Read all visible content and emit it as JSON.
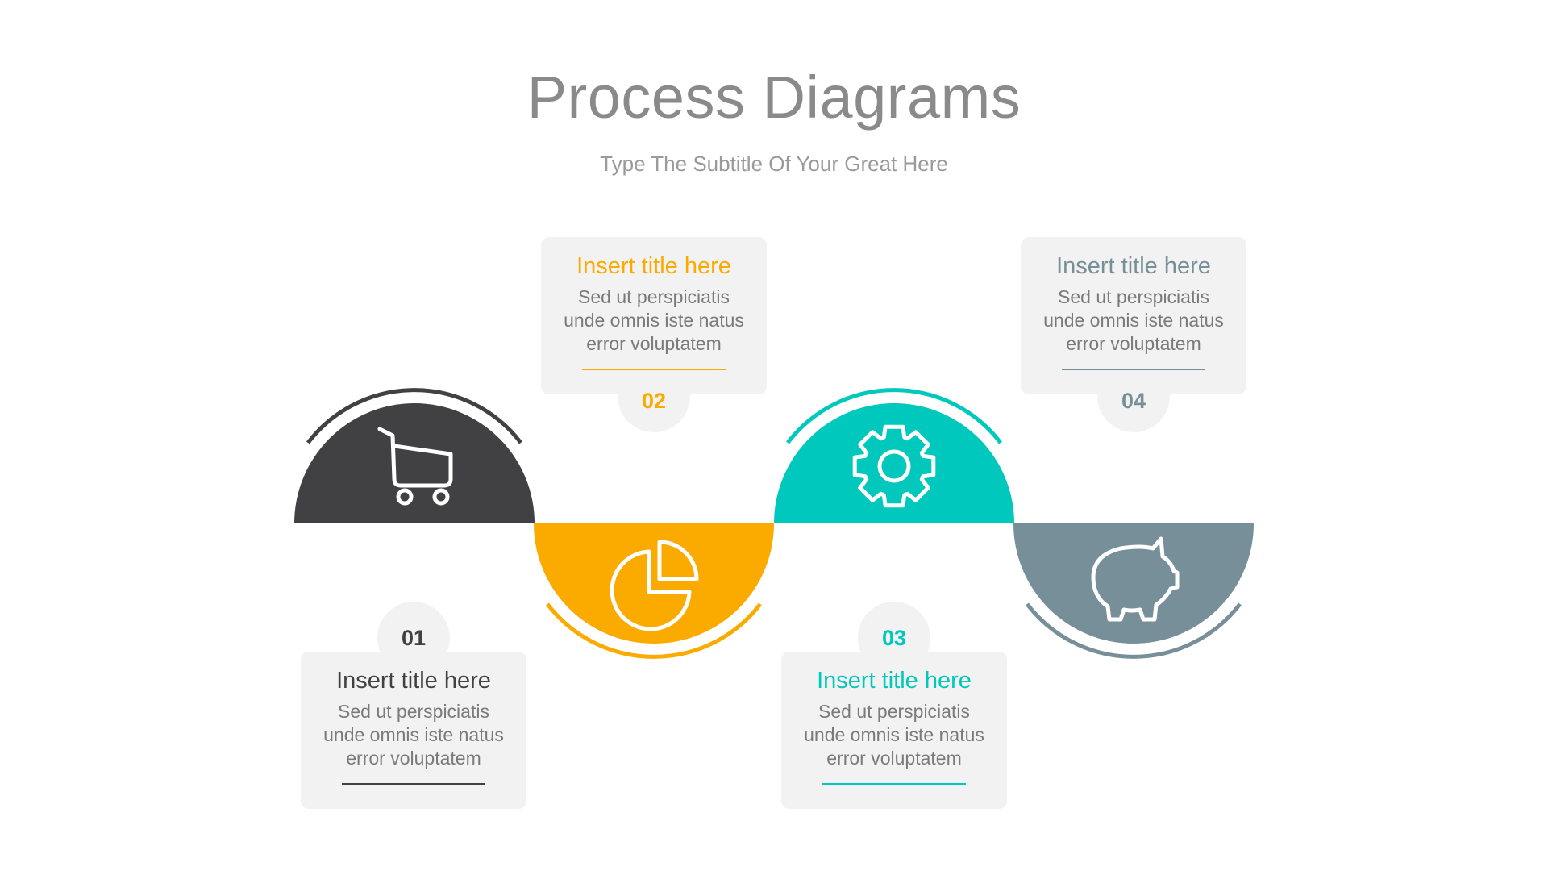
{
  "header": {
    "title": "Process Diagrams",
    "subtitle": "Type The Subtitle Of Your Great Here"
  },
  "colors": {
    "step1": "#414143",
    "step2": "#FBAA00",
    "step3": "#00C8BC",
    "step4": "#778F98",
    "card": "#F2F2F2"
  },
  "steps": [
    {
      "number": "01",
      "title": "Insert title here",
      "body": [
        "Sed ut perspiciatis",
        "unde omnis iste natus",
        "error voluptatem"
      ],
      "icon": "shopping-cart-icon"
    },
    {
      "number": "02",
      "title": "Insert title here",
      "body": [
        "Sed ut perspiciatis",
        "unde omnis iste natus",
        "error voluptatem"
      ],
      "icon": "pie-chart-icon"
    },
    {
      "number": "03",
      "title": "Insert title here",
      "body": [
        "Sed ut perspiciatis",
        "unde omnis iste natus",
        "error voluptatem"
      ],
      "icon": "gear-icon"
    },
    {
      "number": "04",
      "title": "Insert title here",
      "body": [
        "Sed ut perspiciatis",
        "unde omnis iste natus",
        "error voluptatem"
      ],
      "icon": "piggy-bank-icon"
    }
  ]
}
